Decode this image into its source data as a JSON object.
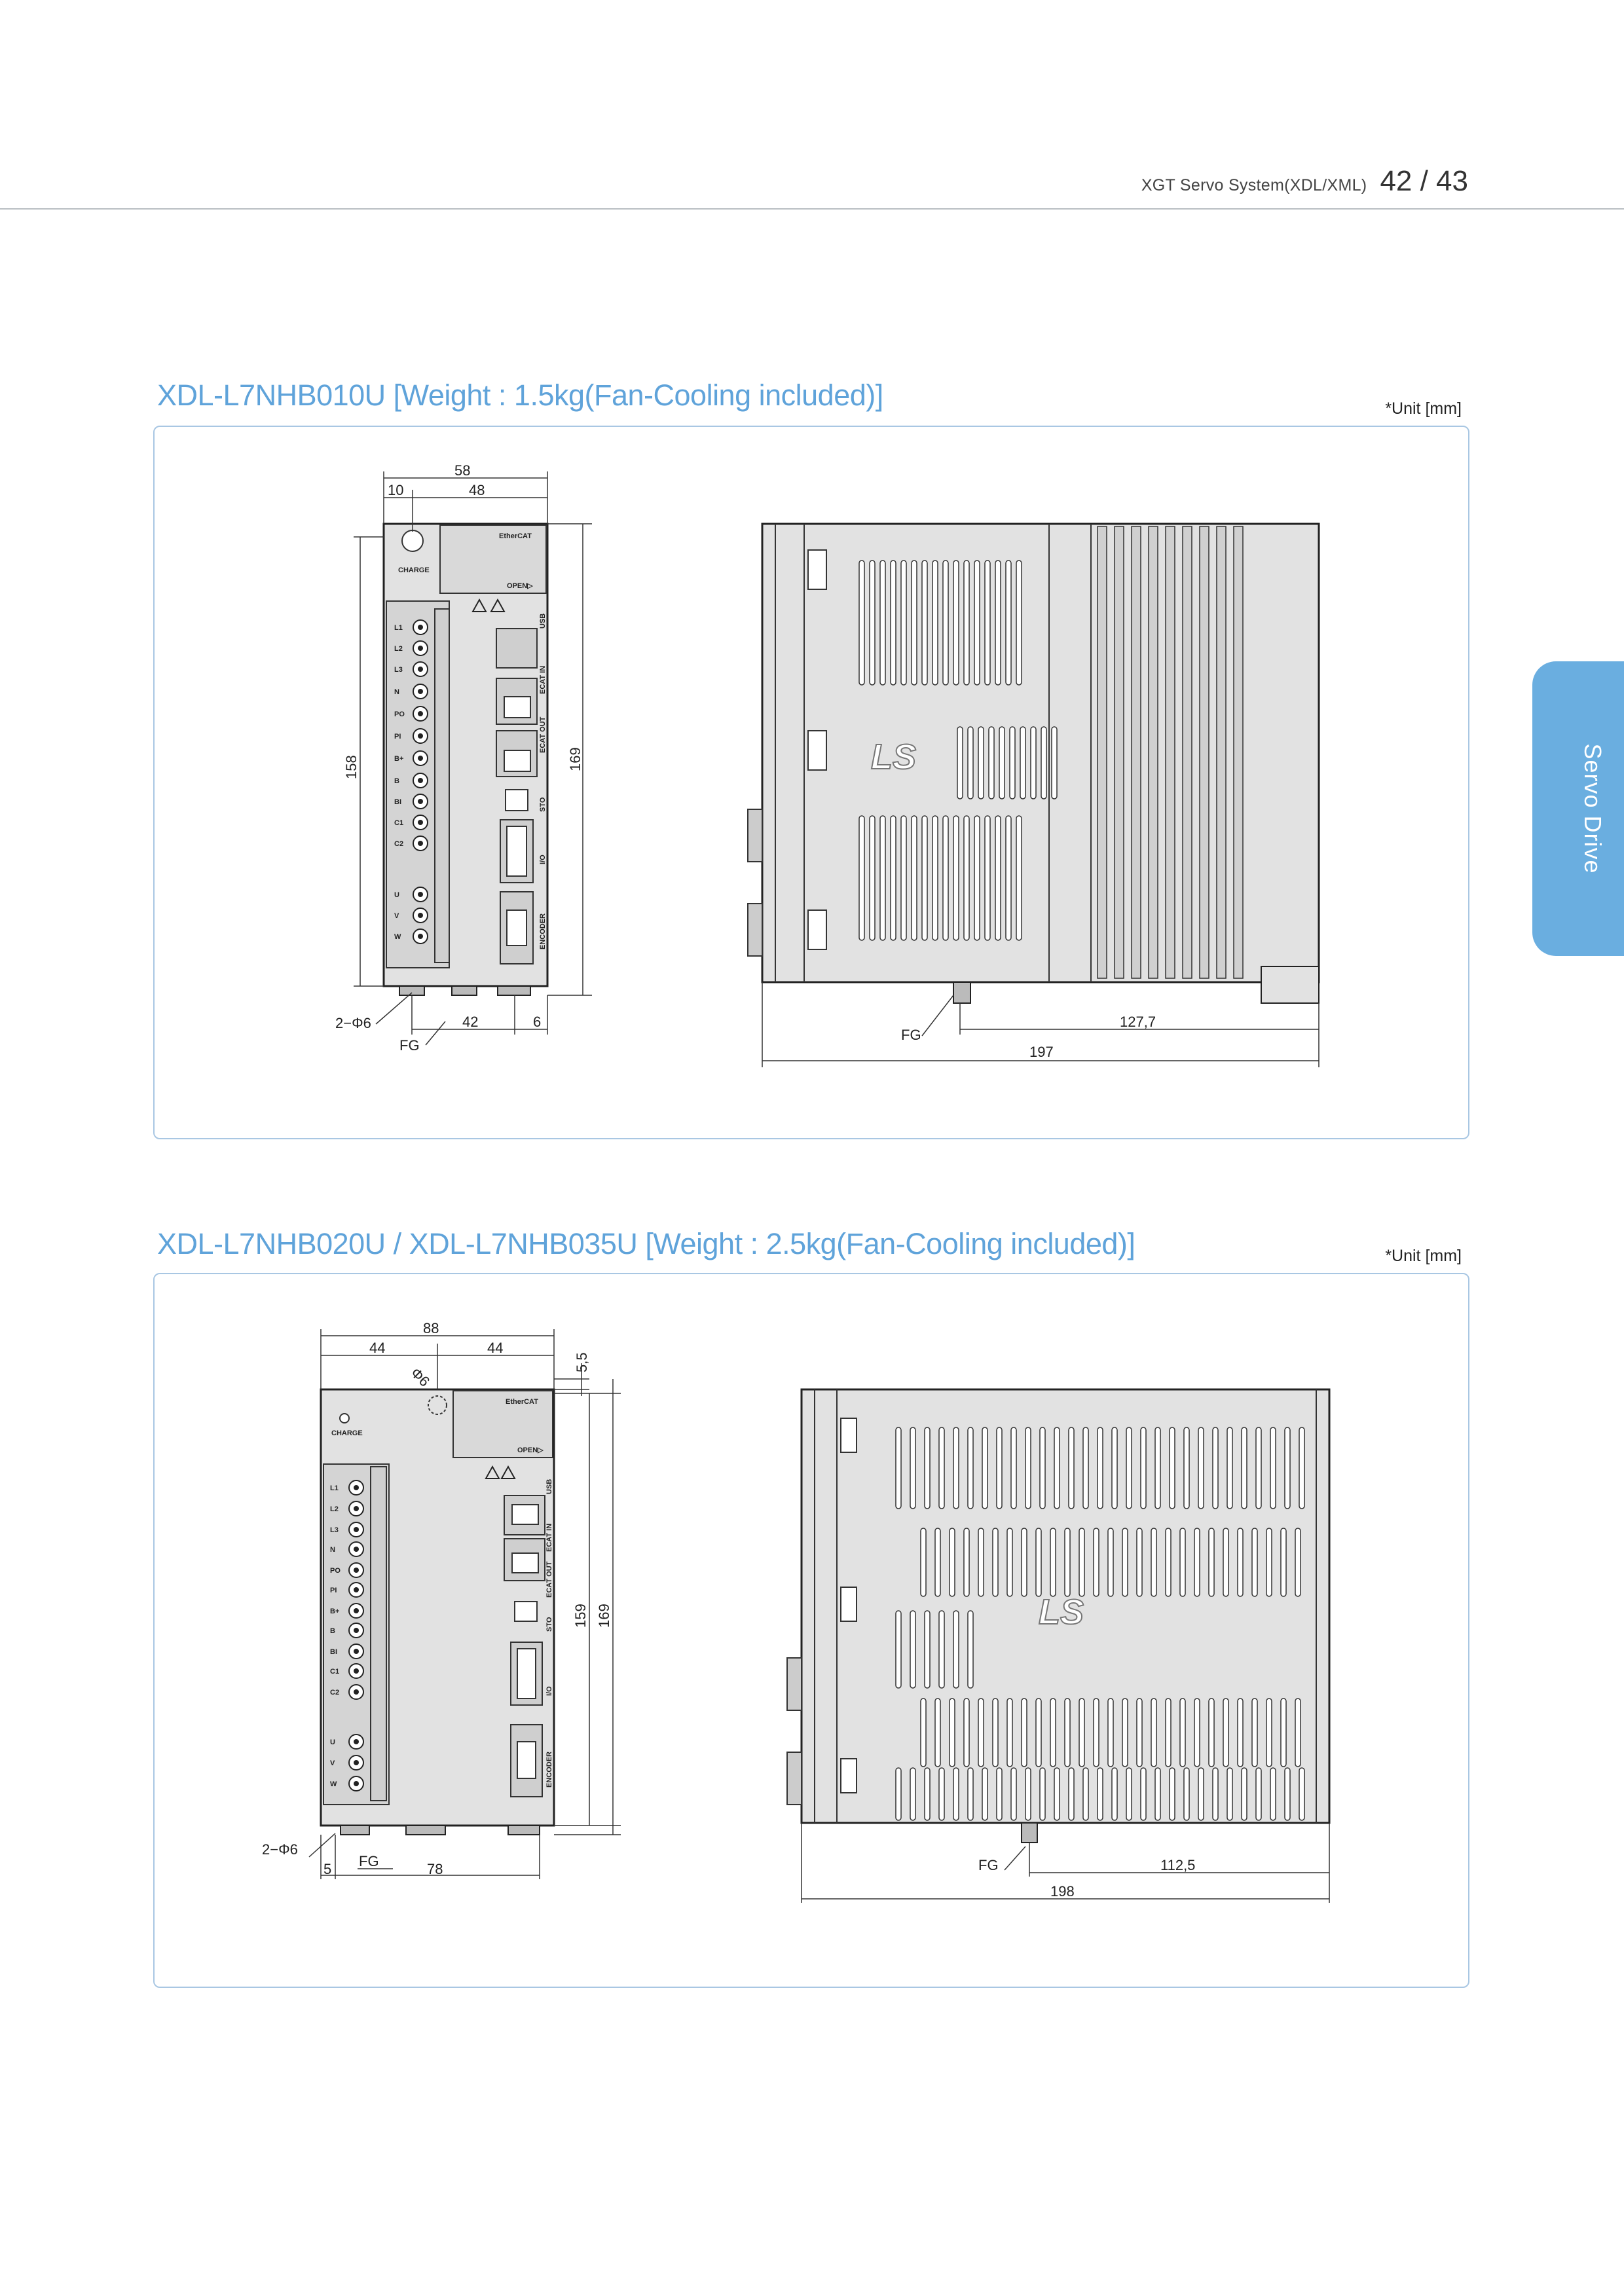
{
  "header": {
    "doc_title": "XGT Servo System(XDL/XML)",
    "page": "42 / 43"
  },
  "side_tab": {
    "label": "Servo Drive"
  },
  "sections": [
    {
      "title": "XDL-L7NHB010U [Weight : 1.5kg(Fan-Cooling included)]",
      "unit": "*Unit [mm]",
      "dims": {
        "width_total": "58",
        "offset_left": "10",
        "width_inner": "48",
        "height_inner": "158",
        "height_total": "169",
        "hole_label": "2−Φ6",
        "fg_front": "FG",
        "hole_spacing": "42",
        "hole_offset": "6",
        "fg_side": "FG",
        "depth_partial": "127,7",
        "depth_total": "197"
      }
    },
    {
      "title": "XDL-L7NHB020U / XDL-L7NHB035U [Weight : 2.5kg(Fan-Cooling included)]",
      "unit": "*Unit [mm]",
      "dims": {
        "width_total": "88",
        "half_left": "44",
        "half_right": "44",
        "top_offset": "5,5",
        "hole_dia": "Φ6",
        "height_inner": "159",
        "height_total": "169",
        "hole_label": "2−Φ6",
        "fg_front": "FG",
        "hole_offset": "5",
        "hole_spacing": "78",
        "fg_side": "FG",
        "depth_partial": "112,5",
        "depth_total": "198"
      }
    }
  ],
  "panel_labels": {
    "charge": "CHARGE",
    "open": "OPEN▷",
    "terminals": [
      "L1",
      "L2",
      "L3",
      "N",
      "PO",
      "PI",
      "B+",
      "B",
      "BI",
      "C1",
      "C2",
      "U",
      "V",
      "W"
    ],
    "connectors": [
      "USB",
      "ECAT IN",
      "ECAT OUT",
      "STO",
      "I/O",
      "ENCODER"
    ],
    "brand": "LS",
    "ethercat": "EtherCAT"
  }
}
